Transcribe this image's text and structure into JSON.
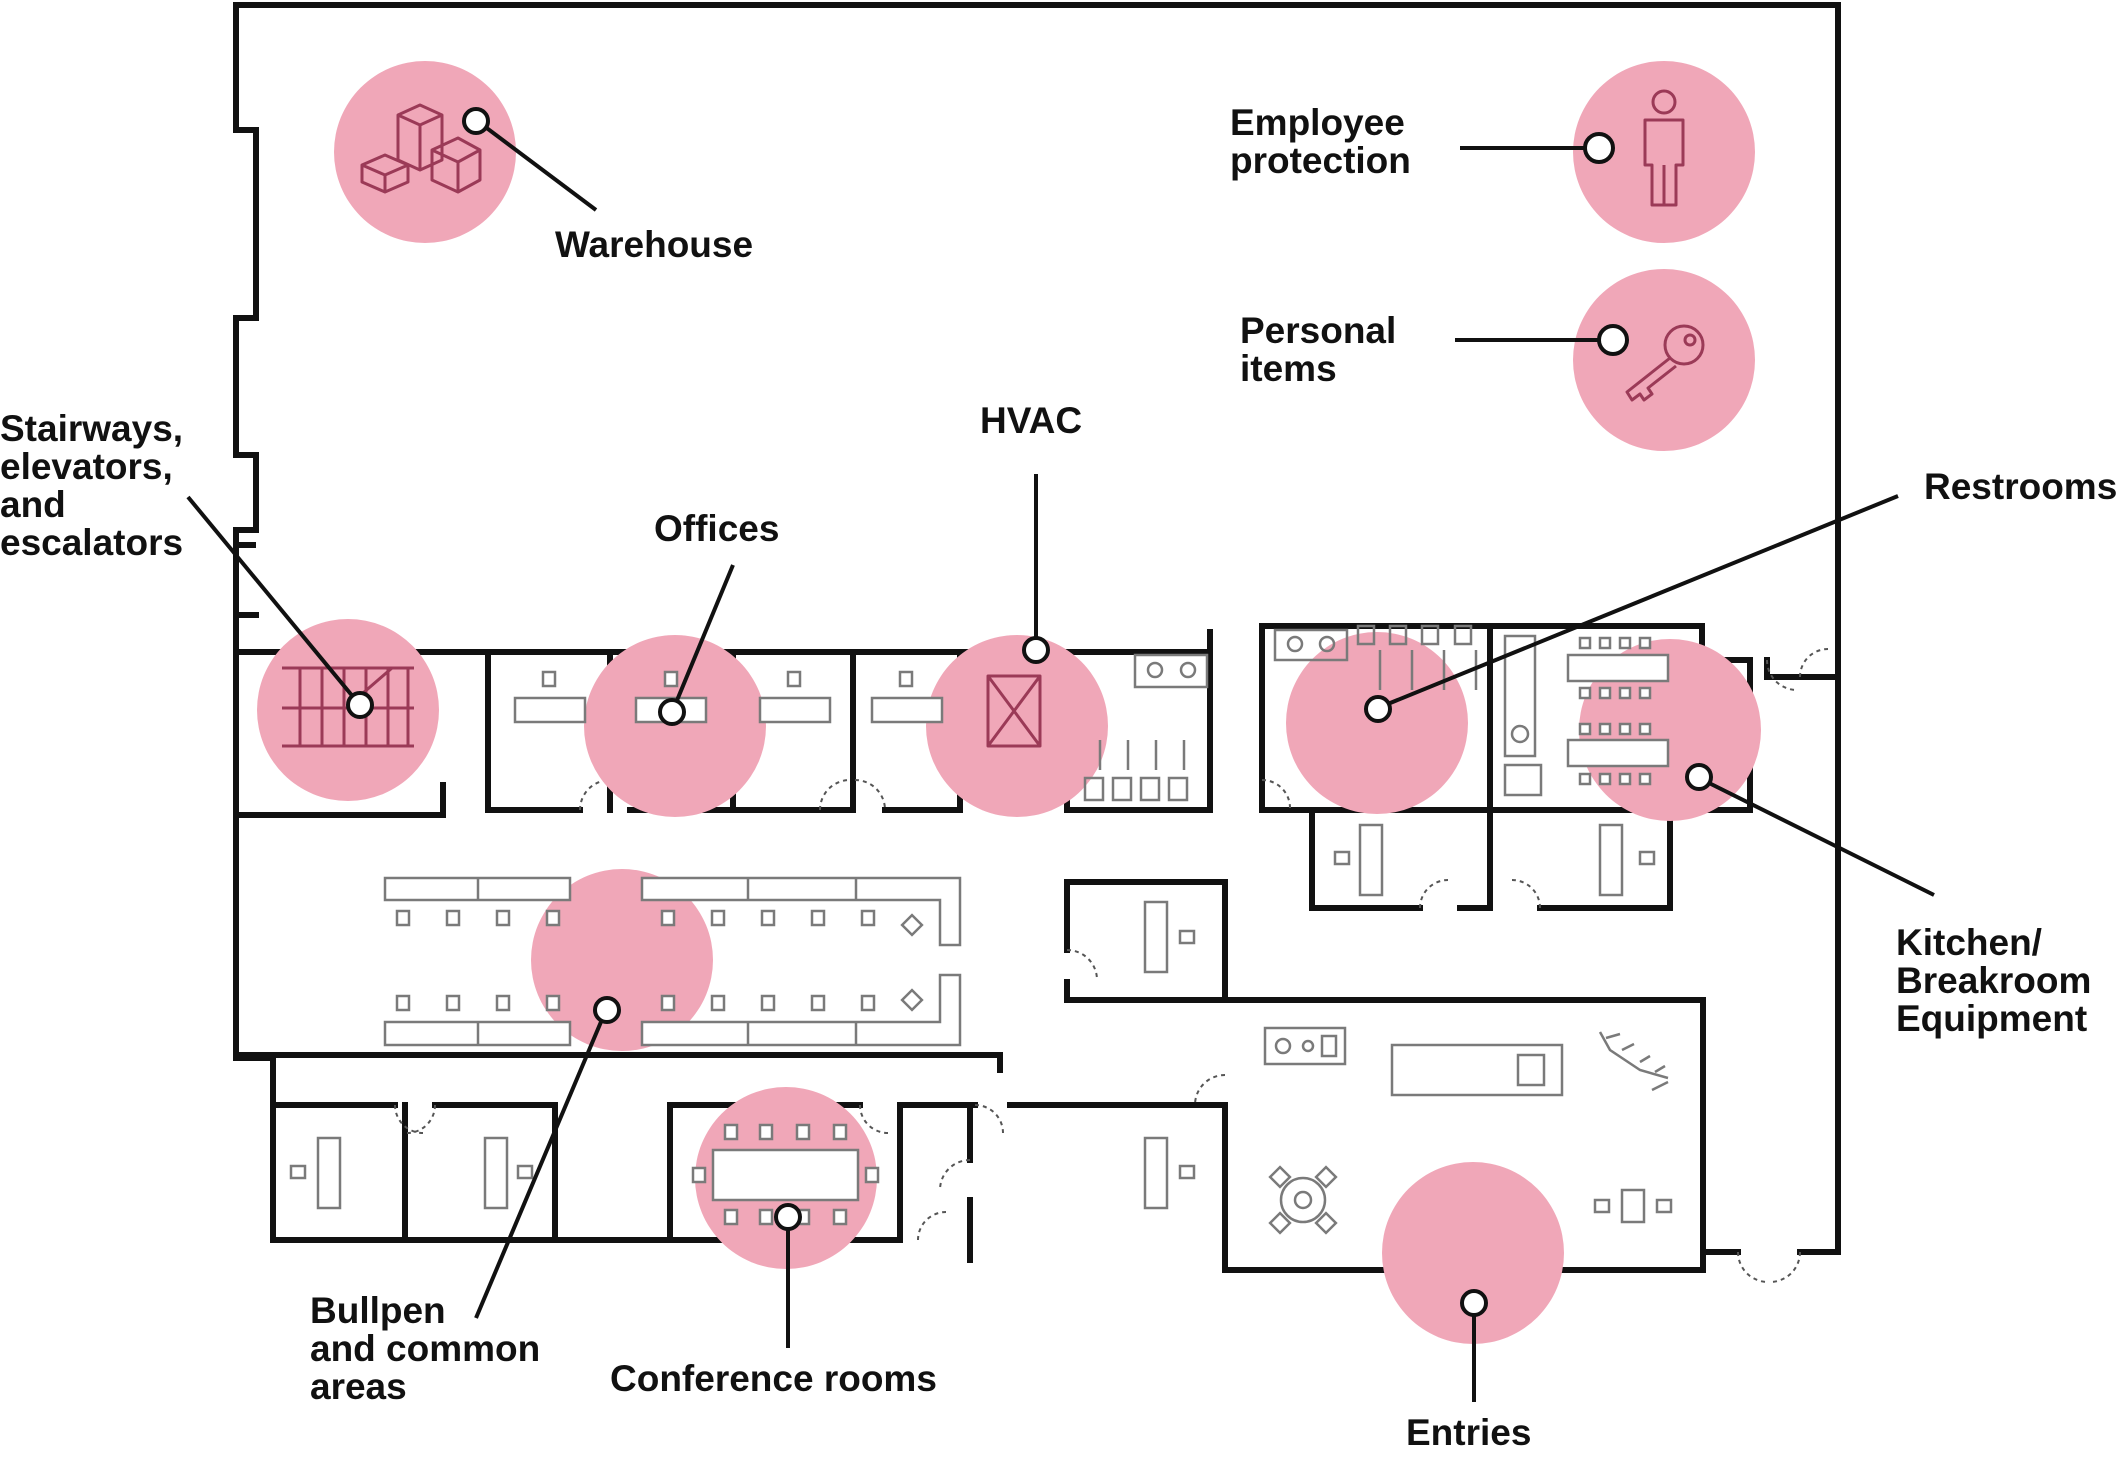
{
  "diagram": {
    "labels": {
      "warehouse": "Warehouse",
      "employee_protection": [
        "Employee",
        "protection"
      ],
      "personal_items": [
        "Personal",
        "items"
      ],
      "hvac": "HVAC",
      "stairways": [
        "Stairways,",
        "elevators,",
        "and",
        "escalators"
      ],
      "offices": "Offices",
      "restrooms": "Restrooms",
      "kitchen": [
        "Kitchen/",
        "Breakroom",
        "Equipment"
      ],
      "bullpen": [
        "Bullpen",
        "and common",
        "areas"
      ],
      "conference": "Conference rooms",
      "entries": "Entries"
    },
    "icons": {
      "warehouse": "boxes-icon",
      "employee_protection": "person-icon",
      "personal_items": "key-icon",
      "hvac": "vent-icon",
      "stairways": "stairs-icon"
    },
    "colors": {
      "highlight": "#f0a7b8",
      "icon_stroke": "#9b3a57",
      "walls": "#111111",
      "furniture": "#7a7a7a"
    }
  }
}
